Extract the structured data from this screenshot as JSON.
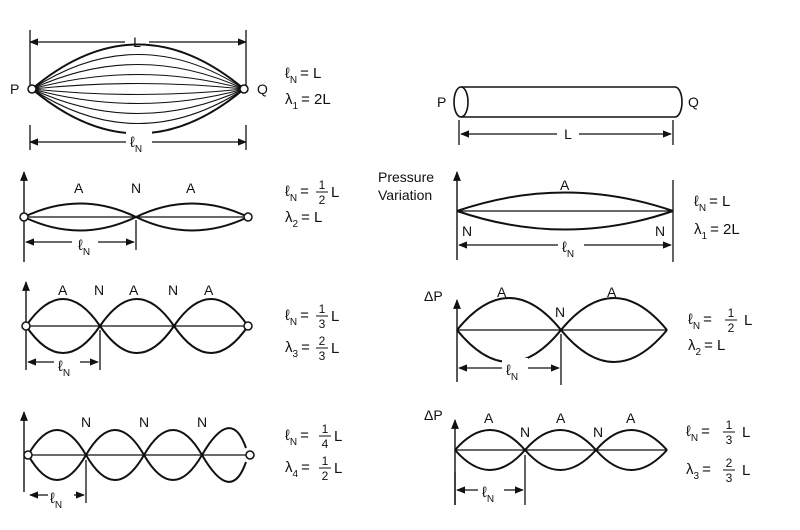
{
  "strings": {
    "fundamental": {
      "len": "L",
      "p": "P",
      "q": "Q",
      "eq1_lhs": "ℓ",
      "eq1_sub": "N",
      "eq1_rhs": "= L",
      "eq2_lhs": "λ",
      "eq2_sub": "1",
      "eq2_rhs": "= 2L",
      "seg_l": "ℓ",
      "seg_sub": "N"
    },
    "harm2": {
      "labels": [
        "A",
        "N",
        "A"
      ],
      "eq1": "ℓ",
      "eq1_sub": "N",
      "eq1_eq": "=",
      "num": "1",
      "den": "2",
      "unit": "L",
      "eq2": "λ",
      "eq2_sub": "2",
      "eq2_rhs": "= L",
      "seg_l": "ℓ",
      "seg_sub": "N"
    },
    "harm3": {
      "labels": [
        "A",
        "N",
        "A",
        "N",
        "A"
      ],
      "eq1": "ℓ",
      "eq1_sub": "N",
      "eq1_eq": "=",
      "num1": "1",
      "den1": "3",
      "unit1": "L",
      "eq2": "λ",
      "eq2_sub": "3",
      "eq2_eq": "=",
      "num2": "2",
      "den2": "3",
      "unit2": "L",
      "seg_l": "ℓ",
      "seg_sub": "N"
    },
    "harm4": {
      "labels": [
        "N",
        "N",
        "N"
      ],
      "eq1": "ℓ",
      "eq1_sub": "N",
      "eq1_eq": "=",
      "num1": "1",
      "den1": "4",
      "unit1": "L",
      "eq2": "λ",
      "eq2_sub": "4",
      "eq2_eq": "=",
      "num2": "1",
      "den2": "2",
      "unit2": "L",
      "seg_l": "ℓ",
      "seg_sub": "N"
    },
    "pipe": {
      "p": "P",
      "q": "Q",
      "len": "L"
    },
    "pipe1": {
      "ylabel1": "Pressure",
      "ylabel2": "Variation",
      "top": "A",
      "left": "N",
      "right": "N",
      "eq1": "ℓ",
      "eq1_sub": "N",
      "eq1_rhs": "= L",
      "eq2": "λ",
      "eq2_sub": "1",
      "eq2_rhs": "= 2L",
      "seg_l": "ℓ",
      "seg_sub": "N"
    },
    "pipe2": {
      "ylabel": "ΔP",
      "labels": [
        "A",
        "N",
        "A"
      ],
      "eq1": "ℓ",
      "eq1_sub": "N",
      "eq1_eq": "=",
      "num": "1",
      "den": "2",
      "unit": "L",
      "eq2": "λ",
      "eq2_sub": "2",
      "eq2_rhs": "= L",
      "seg_l": "ℓ",
      "seg_sub": "N"
    },
    "pipe3": {
      "ylabel": "ΔP",
      "labels": [
        "A",
        "N",
        "A",
        "N",
        "A"
      ],
      "eq1": "ℓ",
      "eq1_sub": "N",
      "eq1_eq": "=",
      "num1": "1",
      "den1": "3",
      "unit1": "L",
      "eq2": "λ",
      "eq2_sub": "3",
      "eq2_eq": "=",
      "num2": "2",
      "den2": "3",
      "unit2": "L",
      "seg_l": "ℓ",
      "seg_sub": "N"
    }
  }
}
